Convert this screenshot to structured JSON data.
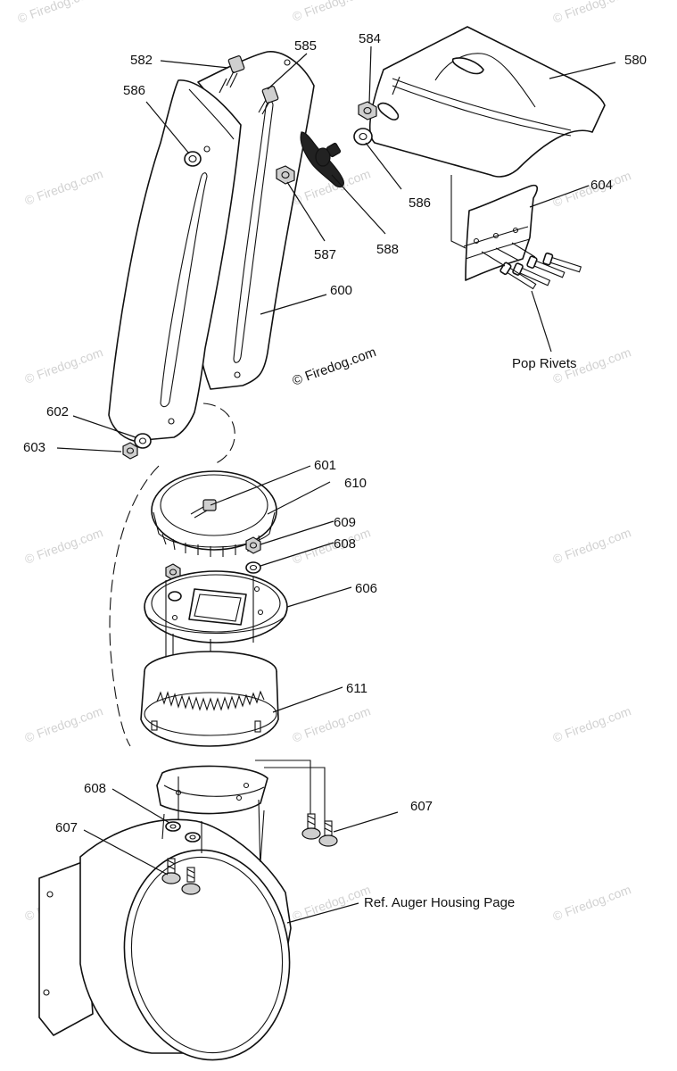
{
  "watermark": "© Firedog.com",
  "copyright": "© Firedog.com",
  "callouts": {
    "p580": "580",
    "p582": "582",
    "p584": "584",
    "p585": "585",
    "p586a": "586",
    "p586b": "586",
    "p587": "587",
    "p588": "588",
    "p600": "600",
    "p601": "601",
    "p602": "602",
    "p603": "603",
    "p604": "604",
    "p606": "606",
    "p607a": "607",
    "p607b": "607",
    "p608a": "608",
    "p608b": "608",
    "p609": "609",
    "p610": "610",
    "p611": "611"
  },
  "notes": {
    "pop_rivets": "Pop Rivets",
    "auger_ref": "Ref. Auger Housing Page"
  }
}
